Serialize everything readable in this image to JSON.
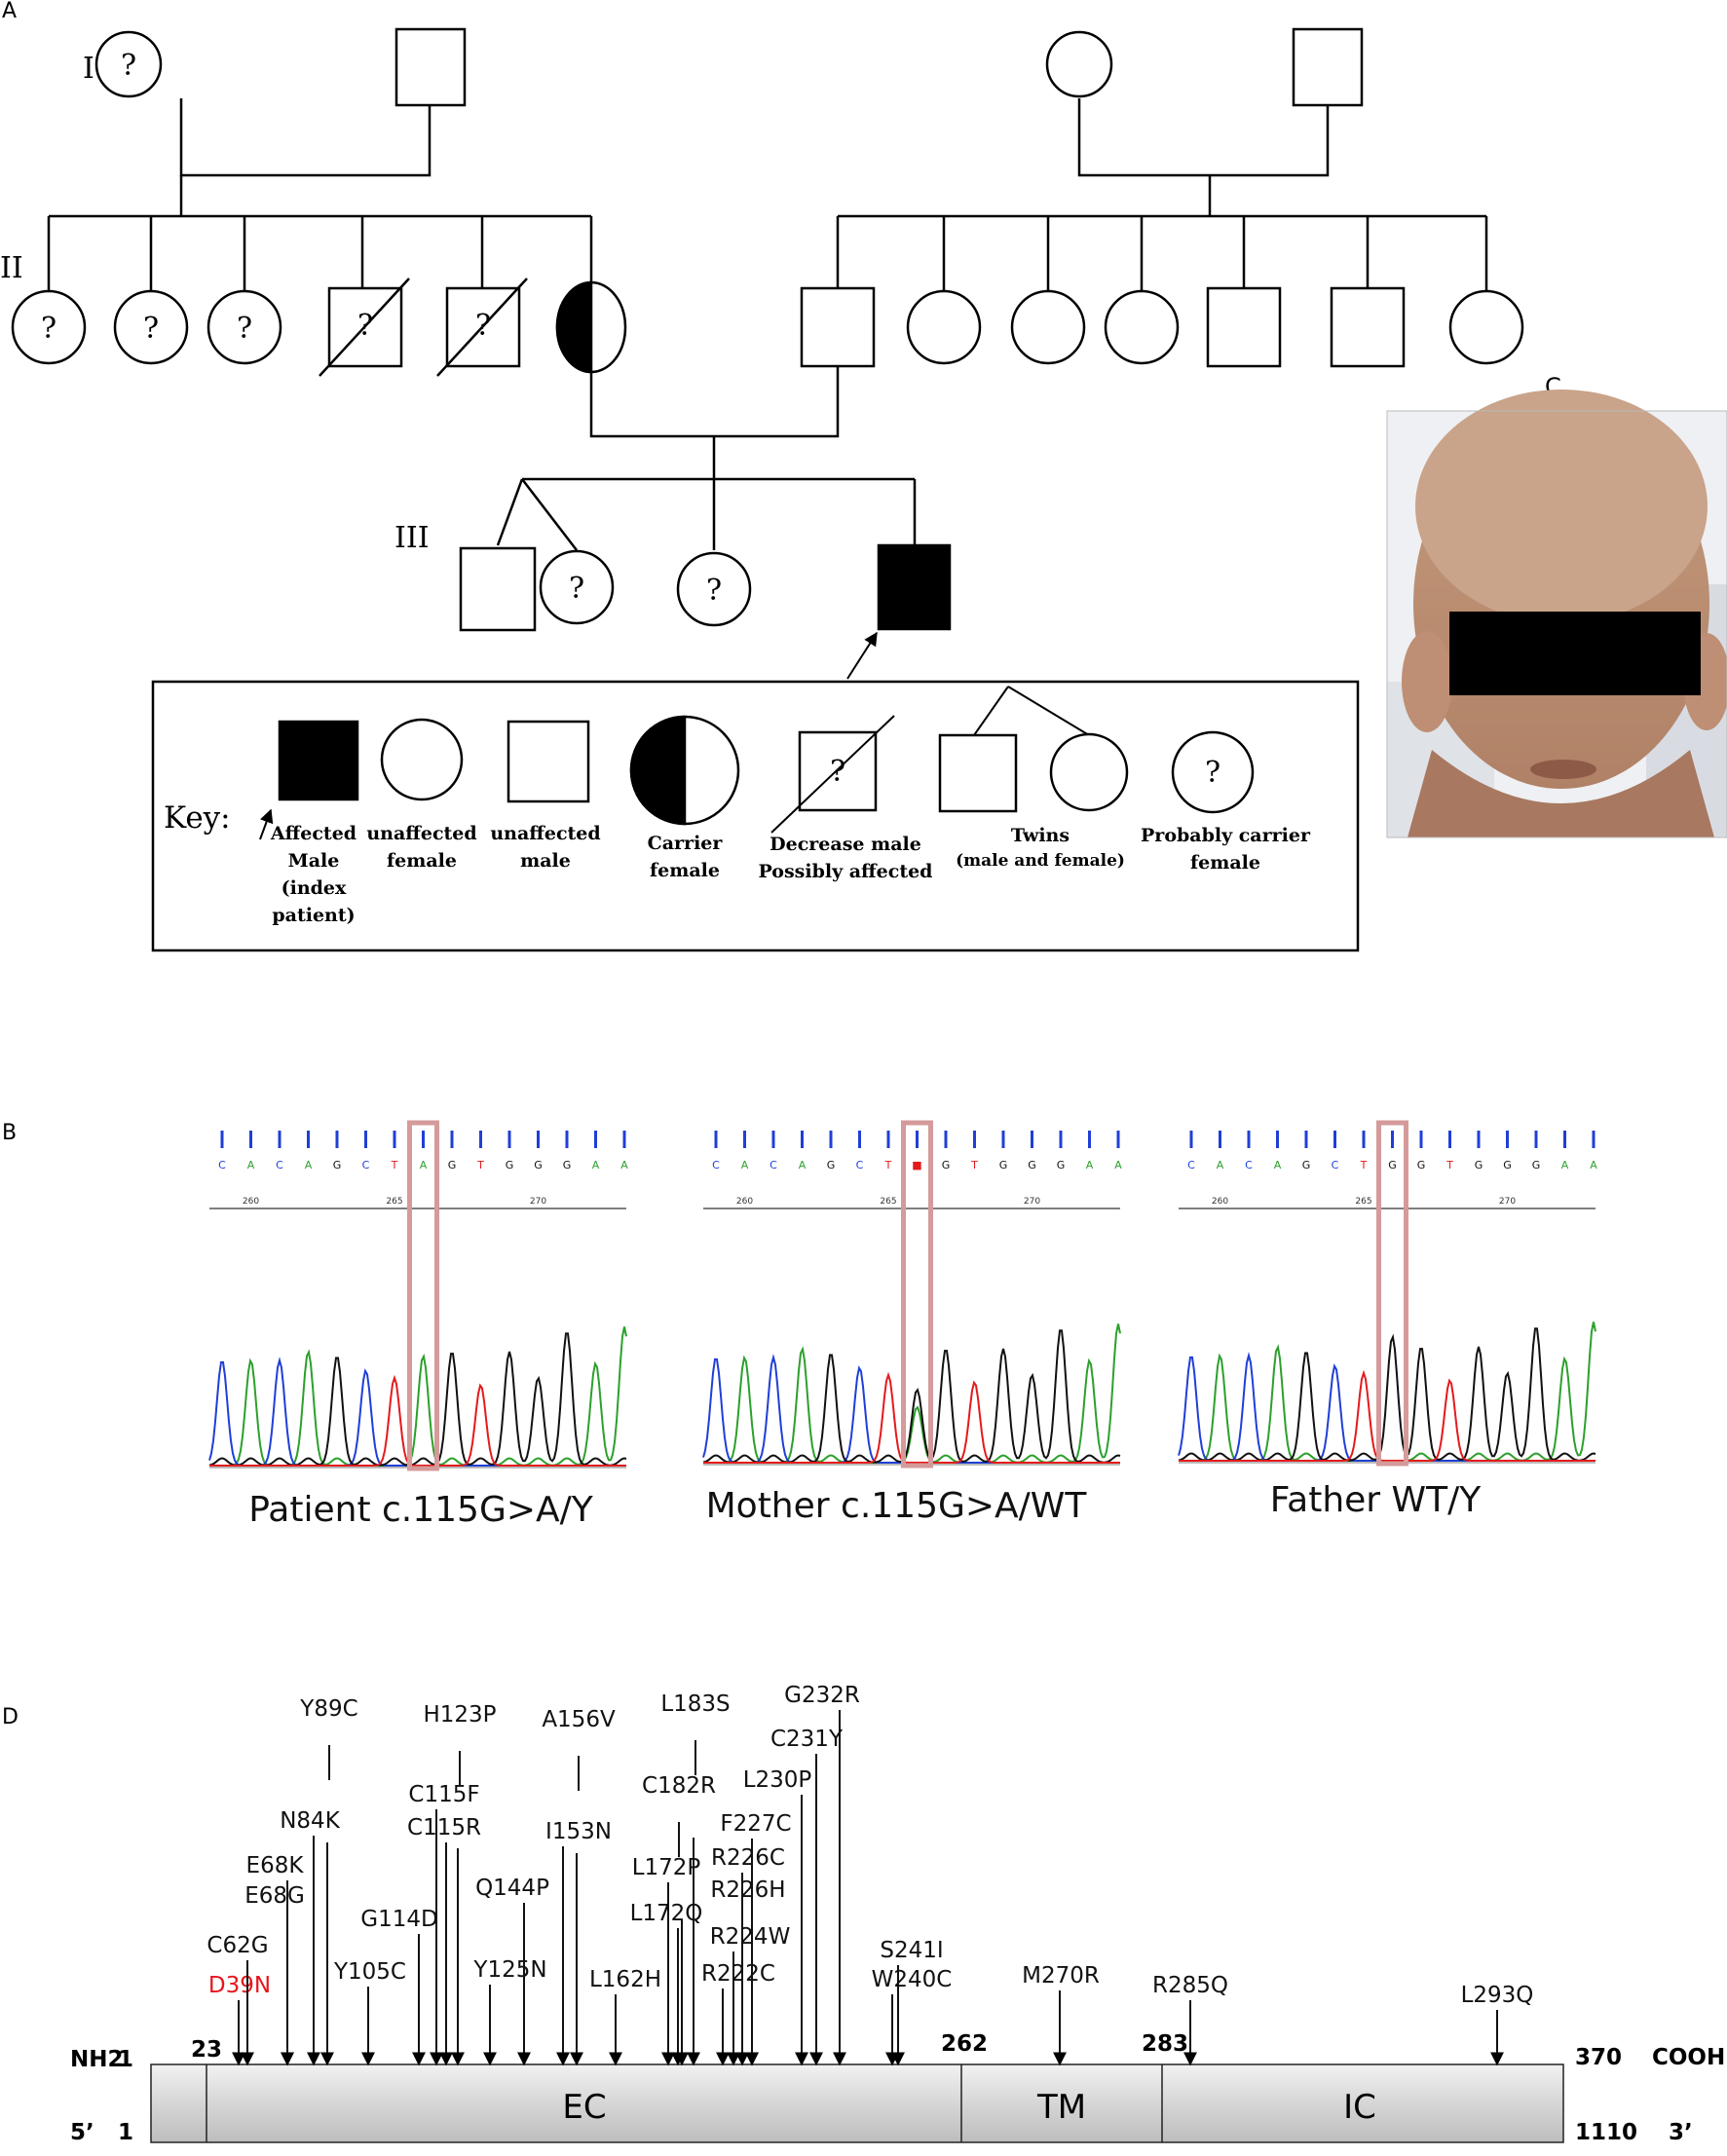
{
  "panels": {
    "a": "A",
    "b": "B",
    "c": "C",
    "d": "D"
  },
  "pedigree": {
    "generations": [
      "I",
      "II",
      "III"
    ],
    "question_mark": "?",
    "key_title": "Key:",
    "key_labels": {
      "affected": [
        "Affected",
        "Male",
        "(index",
        "patient)"
      ],
      "unaffected_female": [
        "unaffected",
        "female"
      ],
      "unaffected_male": [
        "unaffected",
        "male"
      ],
      "carrier": [
        "Carrier",
        "female"
      ],
      "deceased": [
        "Decrease male",
        "Possibly affected"
      ],
      "twins": [
        "Twins",
        "(male and female)"
      ],
      "probable": [
        "Probably carrier",
        "female"
      ]
    }
  },
  "sequencing": {
    "bases": [
      "C",
      "A",
      "C",
      "A",
      "G",
      "C",
      "T",
      "?",
      "G",
      "T",
      "G",
      "G",
      "G",
      "A",
      "A"
    ],
    "variant_base": {
      "patient": "A",
      "mother": "■",
      "father": "G"
    },
    "ticks": [
      "260",
      "265",
      "270"
    ],
    "captions": {
      "patient": "Patient c.115G>A/Y",
      "mother": "Mother c.115G>A/WT",
      "father": "Father WT/Y"
    }
  },
  "gene_map": {
    "left_protein": "NH2",
    "left_dna": "5’",
    "one": "1",
    "right_protein": "COOH",
    "right_dna": "3’",
    "protein_length": "370",
    "dna_length": "1110",
    "boundaries": [
      "23",
      "262",
      "283"
    ],
    "domains": [
      "EC",
      "TM",
      "IC"
    ],
    "highlight_color": "#e8141c",
    "mutations": [
      "D39N",
      "C62G",
      "E68K",
      "E68G",
      "N84K",
      "Y89C",
      "Y105C",
      "G114D",
      "C115F",
      "C115R",
      "H123P",
      "Y125N",
      "Q144P",
      "I153N",
      "A156V",
      "L162H",
      "L172P",
      "L172Q",
      "C182R",
      "L183S",
      "R222C",
      "R224W",
      "R226C",
      "R226H",
      "F227C",
      "L230P",
      "C231Y",
      "G232R",
      "W240C",
      "S241I",
      "M270R",
      "R285Q",
      "L293Q"
    ]
  }
}
